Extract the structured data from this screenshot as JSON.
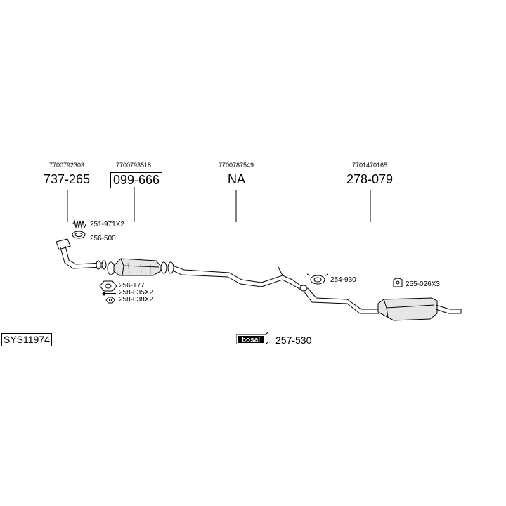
{
  "columns": [
    {
      "oe_number": "7700792303",
      "part_number": "737-265"
    },
    {
      "oe_number": "7700793518",
      "part_number": "099-666"
    },
    {
      "oe_number": "7700787549",
      "part_number": "NA"
    },
    {
      "oe_number": "7701470165",
      "part_number": "278-079"
    }
  ],
  "fittings": {
    "spring": "251-971X2",
    "ring": "256-500",
    "gasket": "256-177",
    "bolt": "258-835X2",
    "nut": "258-038X2",
    "clamp": "254-930",
    "rubber": "255-026X3"
  },
  "kit_label": "257-530",
  "brand_logo": "bosal",
  "system_id": "SYS11974"
}
